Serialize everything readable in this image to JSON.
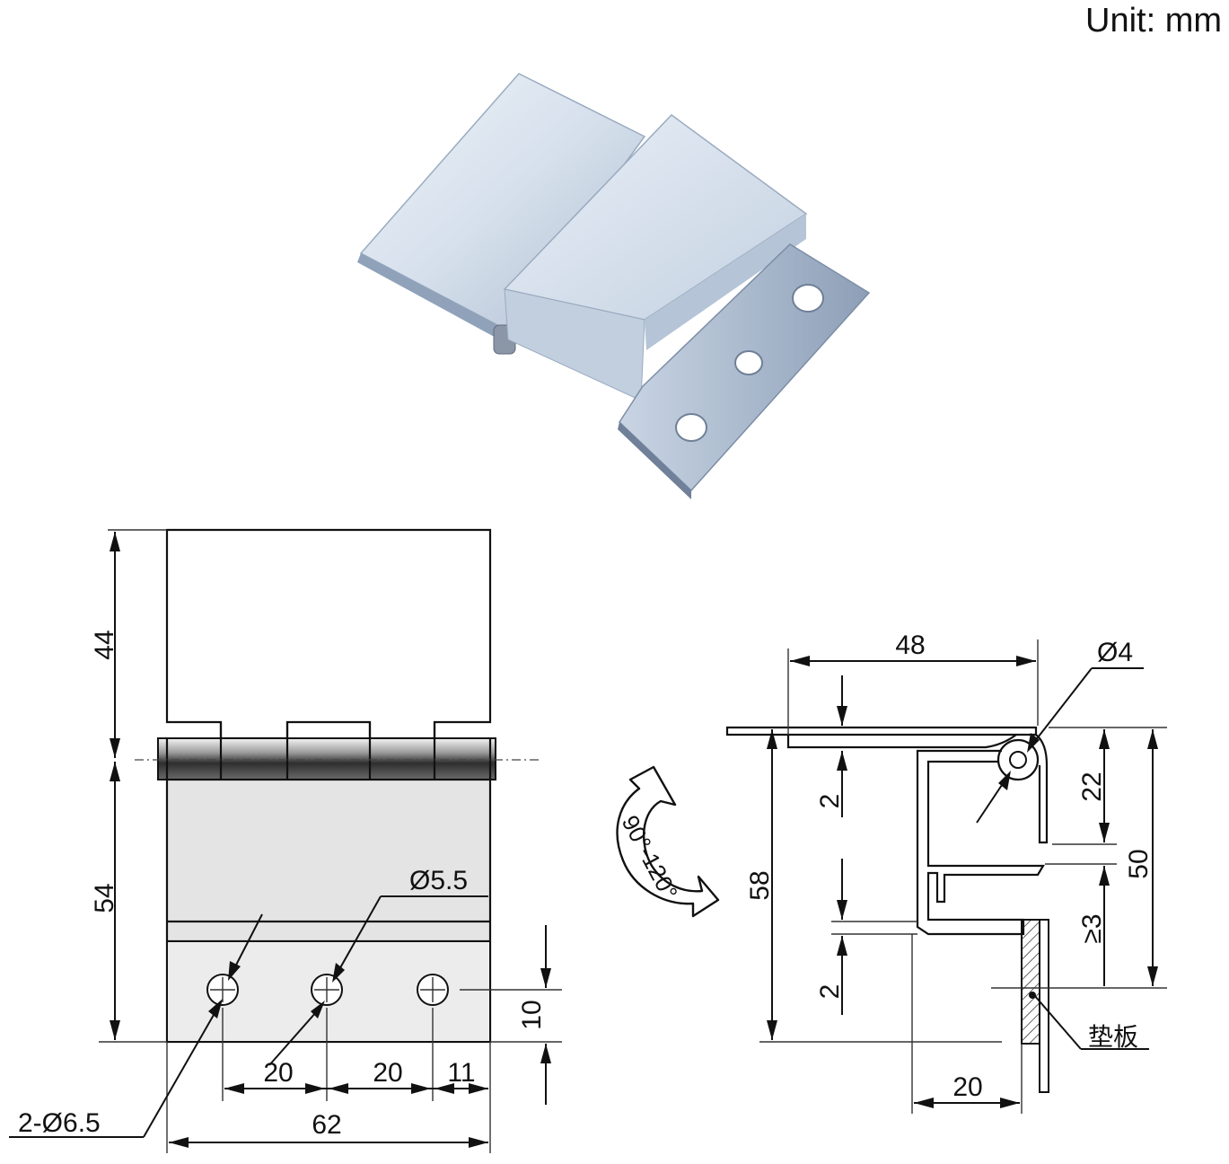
{
  "unit_label": "Unit: mm",
  "front_view": {
    "dim_top_leaf": "44",
    "dim_bottom_leaf": "54",
    "hole_small": "Ø5.5",
    "hole_large": "2-Ø6.5",
    "dim_hole_height": "10",
    "dim_pitch_1": "20",
    "dim_pitch_2": "20",
    "dim_edge": "11",
    "dim_width": "62"
  },
  "side_view": {
    "dim_top_width": "48",
    "pin_dia": "Ø4",
    "dim_total_height": "58",
    "dim_22": "22",
    "dim_50": "50",
    "dim_ge3": "≥3",
    "dim_thk_1": "2",
    "dim_thk_2": "2",
    "dim_bottom_20": "20",
    "backing_plate": "垫板",
    "rotation_range": "90°-120°"
  },
  "colors": {
    "hinge_metal_light": "#dfe7f1",
    "hinge_metal_mid": "#b9c7d8",
    "hinge_metal_dark": "#8a9bb1",
    "drawing_fill": "#e4e4e4",
    "knuckle_dark": "#3a3a3a"
  }
}
